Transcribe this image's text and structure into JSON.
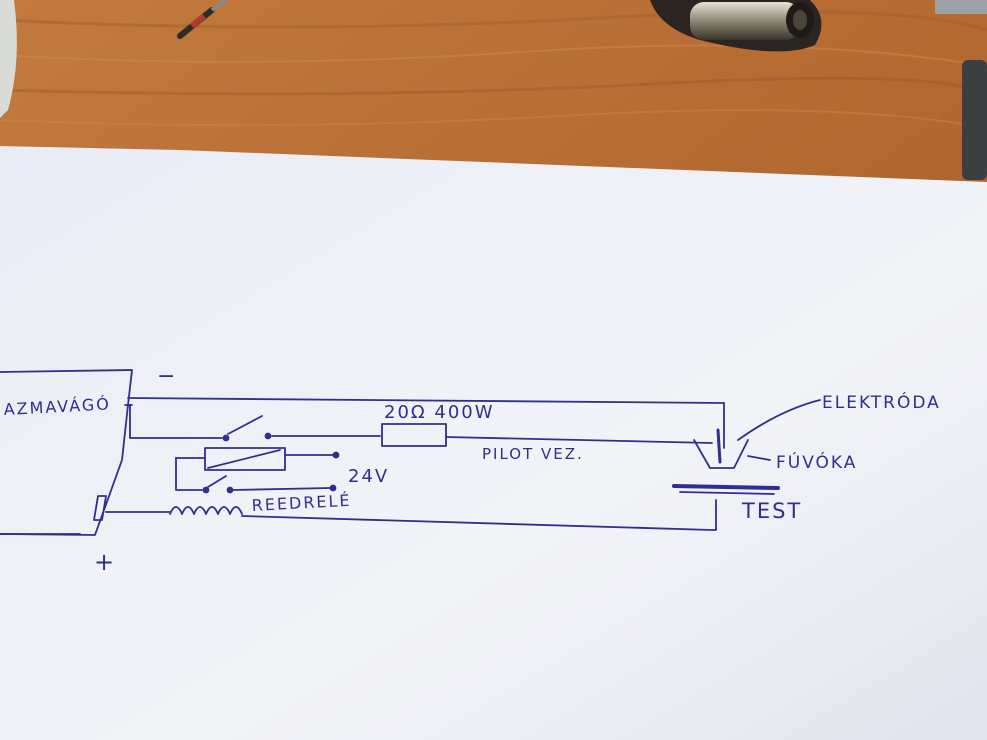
{
  "labels": {
    "plasma_cutter": "AZMAVÁGÓ",
    "minus": "−",
    "plus": "+",
    "resistor": "20Ω 400W",
    "pilot_arc": "PILOT VEZ.",
    "voltage": "24V",
    "reed_relay": "REEDRELÉ",
    "electrode": "ELEKTRÓDA",
    "nozzle": "FÚVÓKA",
    "workpiece": "TEST"
  },
  "colors": {
    "ink": "#2f2f8f",
    "paper": "#eef0f6",
    "table": "#b86d33"
  }
}
